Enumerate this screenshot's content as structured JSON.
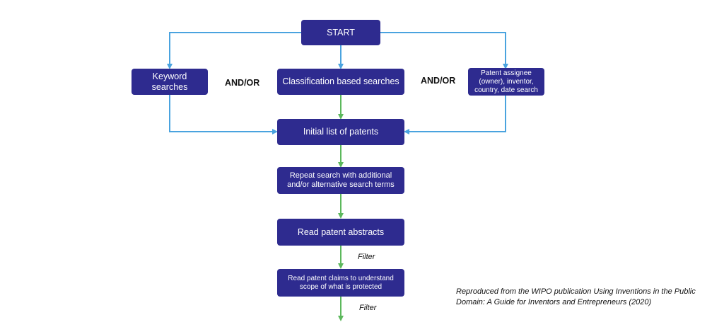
{
  "nodes": {
    "start": "START",
    "keyword": "Keyword searches",
    "classification": "Classification based searches",
    "assignee": "Patent assignee (owner), inventor, country, date search",
    "initial_list": "Initial list of patents",
    "repeat": "Repeat search with additional and/or alternative search terms",
    "abstracts": "Read patent abstracts",
    "claims": "Read patent claims to understand scope of what is protected"
  },
  "connectors": {
    "andor_left": "AND/OR",
    "andor_right": "AND/OR",
    "filter_1": "Filter",
    "filter_2": "Filter"
  },
  "citation": "Reproduced from the WIPO publication Using Inventions in the Public Domain: A Guide for Inventors and Entrepreneurs (2020)",
  "colors": {
    "box": "#2e2b8f",
    "blue_arrow": "#4aa3df",
    "green_arrow": "#5cb85c"
  }
}
